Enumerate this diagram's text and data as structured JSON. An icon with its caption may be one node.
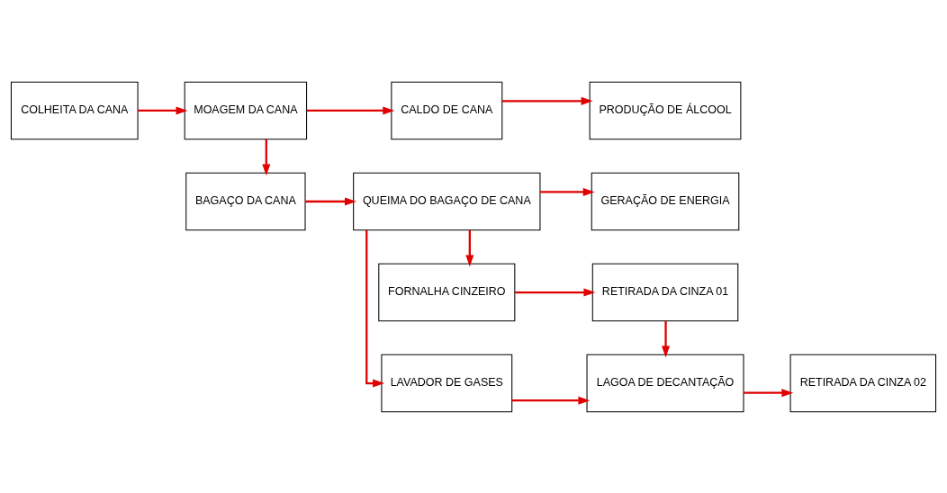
{
  "diagram": {
    "nodes": [
      {
        "text": [
          "COLHEITA DA CANA"
        ]
      },
      {
        "text": [
          "MOAGEM DA CANA"
        ]
      },
      {
        "text": [
          "CALDO DE CANA"
        ]
      },
      {
        "text": [
          "PRODUÇÃO DE ÁLCOOL"
        ]
      },
      {
        "text": [
          "LAVADOR DE GASES"
        ]
      },
      {
        "text": [
          "LAGOA DE DECANTAÇÃO"
        ]
      },
      {
        "text": [
          "RETIRADA DA CINZA 02"
        ]
      },
      {
        "text": [
          "BAGAÇO DA CANA"
        ]
      },
      {
        "text": [
          "QUEIMA DO BAGAÇO DE CANA"
        ]
      },
      {
        "text": [
          "GERAÇÃO DE ENERGIA"
        ]
      },
      {
        "text": [
          "FORNALHA CINZEIRO"
        ]
      },
      {
        "text": [
          "RETIRADA DA CINZA 01"
        ]
      }
    ],
    "edges": [
      {
        "from": 0,
        "to": 1,
        "arrow": "to"
      },
      {
        "from": 1,
        "to": 2,
        "arrow": "to"
      },
      {
        "from": 2,
        "to": 3,
        "arrow": "to"
      },
      {
        "from": 1,
        "to": 7,
        "arrow": "to"
      },
      {
        "from": 7,
        "to": 8,
        "arrow": "to"
      },
      {
        "from": 8,
        "to": 4,
        "arrow": "to"
      },
      {
        "from": 4,
        "to": 5,
        "arrow": "to"
      },
      {
        "from": 5,
        "to": 6,
        "arrow": "to"
      },
      {
        "from": 8,
        "to": 9,
        "arrow": "to"
      },
      {
        "from": 8,
        "to": 10,
        "arrow": "to"
      },
      {
        "from": 10,
        "to": 11,
        "arrow": "to"
      },
      {
        "from": 11,
        "to": 5,
        "arrow": "to"
      }
    ]
  }
}
